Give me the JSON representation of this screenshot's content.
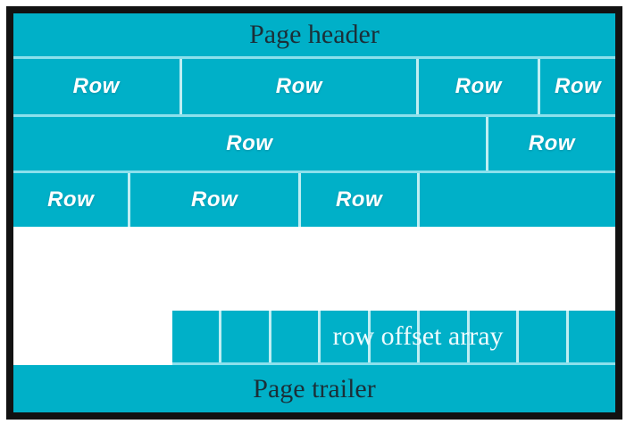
{
  "colors": {
    "teal": "#00b0c8",
    "cell_divider": "#bfeef3",
    "band_divider": "#8ce0ec",
    "frame_border": "#121212",
    "dark_text": "#1b2f38",
    "light_text": "#ffffff",
    "offset_text": "#eefbfe"
  },
  "diagram": {
    "page_header": "Page header",
    "page_trailer": "Page trailer",
    "row_offset_label": "row offset array",
    "row_offset_cell_count": 9,
    "row_bands": [
      {
        "name": "row-band-1",
        "cells": [
          {
            "label": "Row",
            "width_pct": 27.9
          },
          {
            "label": "Row",
            "width_pct": 39.5
          },
          {
            "label": "Row",
            "width_pct": 20.0
          },
          {
            "label": "Row",
            "width_pct": 12.6
          }
        ]
      },
      {
        "name": "row-band-2",
        "cells": [
          {
            "label": "Row",
            "width_pct": 78.8
          },
          {
            "label": "Row",
            "width_pct": 21.2
          }
        ]
      },
      {
        "name": "row-band-3",
        "cells": [
          {
            "label": "Row",
            "width_pct": 19.3
          },
          {
            "label": "Row",
            "width_pct": 28.2
          },
          {
            "label": "Row",
            "width_pct": 19.6
          },
          {
            "label": "",
            "width_pct": 32.9
          }
        ]
      }
    ]
  }
}
